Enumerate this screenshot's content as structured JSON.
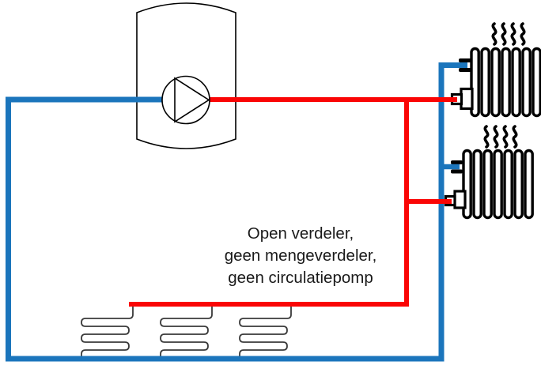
{
  "annotation": {
    "line1": "Open verdeler,",
    "line2": "geen mengeverdeler,",
    "line3": "geen circulatiepomp"
  },
  "colors": {
    "supply_red": "#FA0505",
    "return_blue": "#1B75BC",
    "outline_black": "#000000",
    "coil_gray": "#3A3A3A",
    "text": "#1A1A1A"
  }
}
